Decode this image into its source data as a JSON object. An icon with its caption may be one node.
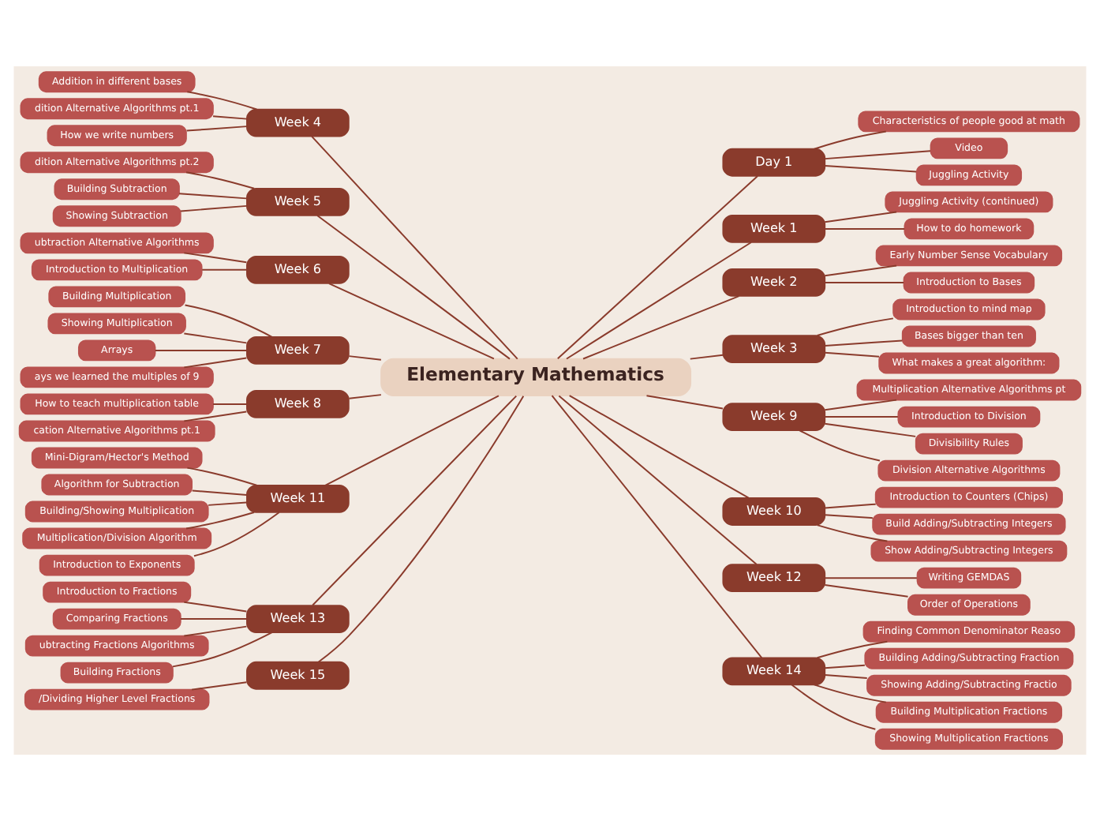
{
  "diagram": {
    "nodes": [
      {
        "text": [
          "Elementary Mathematics"
        ]
      },
      {
        "text": [
          "Week 4"
        ]
      },
      {
        "text": [
          "Addition in different bases"
        ]
      },
      {
        "text": [
          "dition Alternative Algorithms pt.1"
        ]
      },
      {
        "text": [
          "How we write numbers"
        ]
      },
      {
        "text": [
          "Week 5"
        ]
      },
      {
        "text": [
          "dition Alternative Algorithms pt.2"
        ]
      },
      {
        "text": [
          "Building Subtraction"
        ]
      },
      {
        "text": [
          "Showing Subtraction"
        ]
      },
      {
        "text": [
          "Week 6"
        ]
      },
      {
        "text": [
          "ubtraction Alternative Algorithms"
        ]
      },
      {
        "text": [
          "Introduction to Multiplication"
        ]
      },
      {
        "text": [
          "Week 7"
        ]
      },
      {
        "text": [
          "Building Multiplication"
        ]
      },
      {
        "text": [
          "Showing Multiplication"
        ]
      },
      {
        "text": [
          "Arrays"
        ]
      },
      {
        "text": [
          "ays we learned the multiples of 9"
        ]
      },
      {
        "text": [
          "Week 8"
        ]
      },
      {
        "text": [
          "How to teach multiplication table"
        ]
      },
      {
        "text": [
          "cation Alternative Algorithms pt.1"
        ]
      },
      {
        "text": [
          "Week 11"
        ]
      },
      {
        "text": [
          "Mini-Digram/Hector's Method"
        ]
      },
      {
        "text": [
          "Algorithm for Subtraction"
        ]
      },
      {
        "text": [
          "Building/Showing Multiplication"
        ]
      },
      {
        "text": [
          "Multiplication/Division Algorithm"
        ]
      },
      {
        "text": [
          "Introduction to Exponents"
        ]
      },
      {
        "text": [
          "Week 13"
        ]
      },
      {
        "text": [
          "Introduction to Fractions"
        ]
      },
      {
        "text": [
          "Comparing Fractions"
        ]
      },
      {
        "text": [
          "ubtracting Fractions Algorithms"
        ]
      },
      {
        "text": [
          "Building Fractions"
        ]
      },
      {
        "text": [
          "Week 15"
        ]
      },
      {
        "text": [
          "/Dividing Higher Level Fractions"
        ]
      },
      {
        "text": [
          "Day 1"
        ]
      },
      {
        "text": [
          "Characteristics of people good at math"
        ]
      },
      {
        "text": [
          "Video"
        ]
      },
      {
        "text": [
          "Juggling Activity"
        ]
      },
      {
        "text": [
          "Week 1"
        ]
      },
      {
        "text": [
          "Juggling Activity (continued)"
        ]
      },
      {
        "text": [
          "How to do homework"
        ]
      },
      {
        "text": [
          "Week 2"
        ]
      },
      {
        "text": [
          "Early Number Sense Vocabulary"
        ]
      },
      {
        "text": [
          "Introduction to Bases"
        ]
      },
      {
        "text": [
          "Week 3"
        ]
      },
      {
        "text": [
          "Introduction to mind map"
        ]
      },
      {
        "text": [
          "Bases bigger than ten"
        ]
      },
      {
        "text": [
          "What makes a great algorithm:"
        ]
      },
      {
        "text": [
          "Week 9"
        ]
      },
      {
        "text": [
          "Multiplication Alternative Algorithms pt"
        ]
      },
      {
        "text": [
          "Introduction to Division"
        ]
      },
      {
        "text": [
          "Divisibility Rules"
        ]
      },
      {
        "text": [
          "Division Alternative Algorithms"
        ]
      },
      {
        "text": [
          "Week 10"
        ]
      },
      {
        "text": [
          "Introduction to Counters (Chips)"
        ]
      },
      {
        "text": [
          "Build Adding/Subtracting Integers"
        ]
      },
      {
        "text": [
          "Show Adding/Subtracting Integers"
        ]
      },
      {
        "text": [
          "Week 12"
        ]
      },
      {
        "text": [
          "Writing GEMDAS"
        ]
      },
      {
        "text": [
          "Order of Operations"
        ]
      },
      {
        "text": [
          "Week 14"
        ]
      },
      {
        "text": [
          "Finding Common Denominator Reaso"
        ]
      },
      {
        "text": [
          "Building Adding/Subtracting Fraction"
        ]
      },
      {
        "text": [
          "Showing Adding/Subtracting Fractio"
        ]
      },
      {
        "text": [
          "Building Multiplication Fractions"
        ]
      },
      {
        "text": [
          "Showing Multiplication Fractions"
        ]
      }
    ],
    "edges": [
      {
        "from": 0,
        "to": 1,
        "arrow": "none"
      },
      {
        "from": 1,
        "to": 2,
        "arrow": "none"
      },
      {
        "from": 1,
        "to": 3,
        "arrow": "none"
      },
      {
        "from": 1,
        "to": 4,
        "arrow": "none"
      },
      {
        "from": 0,
        "to": 5,
        "arrow": "none"
      },
      {
        "from": 5,
        "to": 6,
        "arrow": "none"
      },
      {
        "from": 5,
        "to": 7,
        "arrow": "none"
      },
      {
        "from": 5,
        "to": 8,
        "arrow": "none"
      },
      {
        "from": 0,
        "to": 9,
        "arrow": "none"
      },
      {
        "from": 9,
        "to": 10,
        "arrow": "none"
      },
      {
        "from": 9,
        "to": 11,
        "arrow": "none"
      },
      {
        "from": 0,
        "to": 12,
        "arrow": "none"
      },
      {
        "from": 12,
        "to": 13,
        "arrow": "none"
      },
      {
        "from": 12,
        "to": 14,
        "arrow": "none"
      },
      {
        "from": 12,
        "to": 15,
        "arrow": "none"
      },
      {
        "from": 12,
        "to": 16,
        "arrow": "none"
      },
      {
        "from": 0,
        "to": 17,
        "arrow": "none"
      },
      {
        "from": 17,
        "to": 18,
        "arrow": "none"
      },
      {
        "from": 17,
        "to": 19,
        "arrow": "none"
      },
      {
        "from": 0,
        "to": 20,
        "arrow": "none"
      },
      {
        "from": 20,
        "to": 21,
        "arrow": "none"
      },
      {
        "from": 20,
        "to": 22,
        "arrow": "none"
      },
      {
        "from": 20,
        "to": 23,
        "arrow": "none"
      },
      {
        "from": 20,
        "to": 24,
        "arrow": "none"
      },
      {
        "from": 20,
        "to": 25,
        "arrow": "none"
      },
      {
        "from": 0,
        "to": 26,
        "arrow": "none"
      },
      {
        "from": 26,
        "to": 27,
        "arrow": "none"
      },
      {
        "from": 26,
        "to": 28,
        "arrow": "none"
      },
      {
        "from": 26,
        "to": 29,
        "arrow": "none"
      },
      {
        "from": 26,
        "to": 30,
        "arrow": "none"
      },
      {
        "from": 0,
        "to": 31,
        "arrow": "none"
      },
      {
        "from": 31,
        "to": 32,
        "arrow": "none"
      },
      {
        "from": 0,
        "to": 33,
        "arrow": "none"
      },
      {
        "from": 33,
        "to": 34,
        "arrow": "none"
      },
      {
        "from": 33,
        "to": 35,
        "arrow": "none"
      },
      {
        "from": 33,
        "to": 36,
        "arrow": "none"
      },
      {
        "from": 0,
        "to": 37,
        "arrow": "none"
      },
      {
        "from": 37,
        "to": 38,
        "arrow": "none"
      },
      {
        "from": 37,
        "to": 39,
        "arrow": "none"
      },
      {
        "from": 0,
        "to": 40,
        "arrow": "none"
      },
      {
        "from": 40,
        "to": 41,
        "arrow": "none"
      },
      {
        "from": 40,
        "to": 42,
        "arrow": "none"
      },
      {
        "from": 0,
        "to": 43,
        "arrow": "none"
      },
      {
        "from": 43,
        "to": 44,
        "arrow": "none"
      },
      {
        "from": 43,
        "to": 45,
        "arrow": "none"
      },
      {
        "from": 43,
        "to": 46,
        "arrow": "none"
      },
      {
        "from": 0,
        "to": 47,
        "arrow": "none"
      },
      {
        "from": 47,
        "to": 48,
        "arrow": "none"
      },
      {
        "from": 47,
        "to": 49,
        "arrow": "none"
      },
      {
        "from": 47,
        "to": 50,
        "arrow": "none"
      },
      {
        "from": 47,
        "to": 51,
        "arrow": "none"
      },
      {
        "from": 0,
        "to": 52,
        "arrow": "none"
      },
      {
        "from": 52,
        "to": 53,
        "arrow": "none"
      },
      {
        "from": 52,
        "to": 54,
        "arrow": "none"
      },
      {
        "from": 52,
        "to": 55,
        "arrow": "none"
      },
      {
        "from": 0,
        "to": 56,
        "arrow": "none"
      },
      {
        "from": 56,
        "to": 57,
        "arrow": "none"
      },
      {
        "from": 56,
        "to": 58,
        "arrow": "none"
      },
      {
        "from": 0,
        "to": 59,
        "arrow": "none"
      },
      {
        "from": 59,
        "to": 60,
        "arrow": "none"
      },
      {
        "from": 59,
        "to": 61,
        "arrow": "none"
      },
      {
        "from": 59,
        "to": 62,
        "arrow": "none"
      },
      {
        "from": 59,
        "to": 63,
        "arrow": "none"
      },
      {
        "from": 59,
        "to": 64,
        "arrow": "none"
      }
    ]
  }
}
